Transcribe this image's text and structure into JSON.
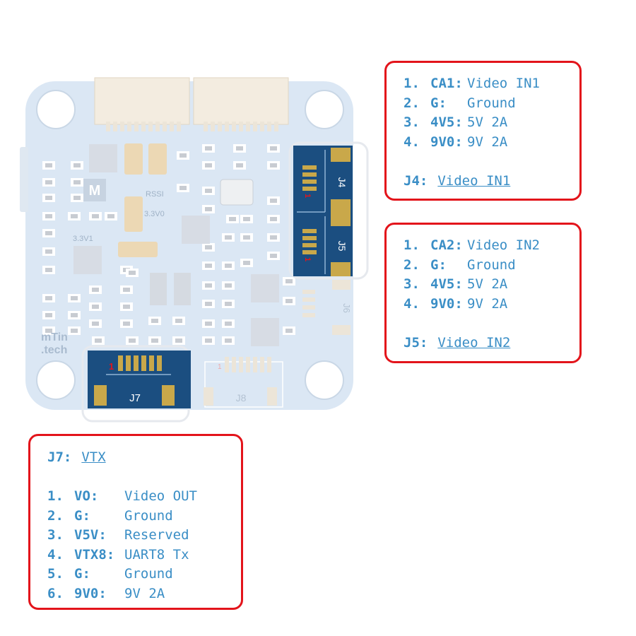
{
  "board": {
    "logo_line1": "mTin",
    "logo_line2": ".tech",
    "logo_mark": "M",
    "silk": {
      "rssi": "RSSI",
      "v33_0": "3.3V0",
      "v33_1": "3.3V1",
      "pin_one": "1"
    },
    "connectors": {
      "j4": "J4",
      "j5": "J5",
      "j6": "J6",
      "j7": "J7",
      "j8": "J8"
    },
    "colors": {
      "pcb": "#dbe7f4",
      "highlight": "#1b4e80",
      "pad": "#c9a84a",
      "outline": "#e3141b",
      "text": "#3a8ec6"
    }
  },
  "j4": {
    "pins": [
      {
        "num": "1.",
        "name": "CA1:",
        "desc": "Video IN1"
      },
      {
        "num": "2.",
        "name": "G:",
        "desc": "Ground"
      },
      {
        "num": "3.",
        "name": "4V5:",
        "desc": "5V 2A"
      },
      {
        "num": "4.",
        "name": "9V0:",
        "desc": "9V 2A"
      }
    ],
    "label": "J4:",
    "link": "Video IN1"
  },
  "j5": {
    "pins": [
      {
        "num": "1.",
        "name": "CA2:",
        "desc": "Video IN2"
      },
      {
        "num": "2.",
        "name": "G:",
        "desc": "Ground"
      },
      {
        "num": "3.",
        "name": "4V5:",
        "desc": "5V 2A"
      },
      {
        "num": "4.",
        "name": "9V0:",
        "desc": "9V 2A"
      }
    ],
    "label": "J5:",
    "link": "Video IN2"
  },
  "j7": {
    "label": "J7:",
    "link": "VTX",
    "pins": [
      {
        "num": "1.",
        "name": "VO:",
        "desc": "Video OUT"
      },
      {
        "num": "2.",
        "name": "G:",
        "desc": "Ground"
      },
      {
        "num": "3.",
        "name": "V5V:",
        "desc": "Reserved"
      },
      {
        "num": "4.",
        "name": "VTX8:",
        "desc": "UART8 Tx"
      },
      {
        "num": "5.",
        "name": "G:",
        "desc": "Ground"
      },
      {
        "num": "6.",
        "name": "9V0:",
        "desc": "9V 2A"
      }
    ]
  }
}
